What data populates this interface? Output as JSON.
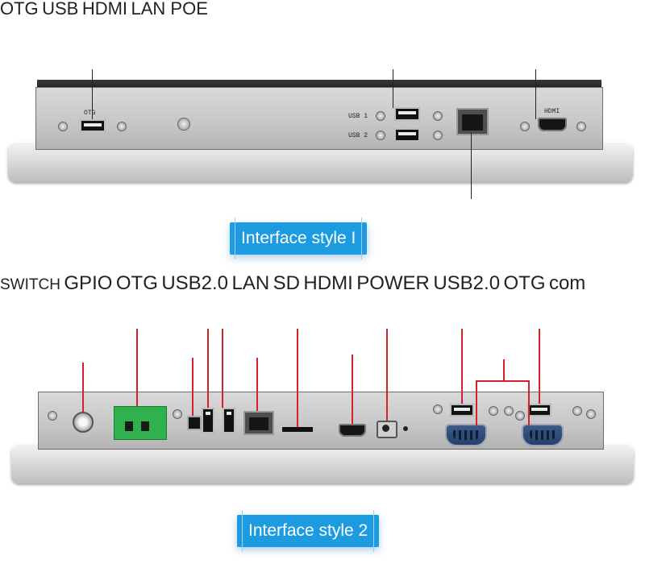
{
  "panel1": {
    "badge": "Interface style I",
    "labels": {
      "otg": "OTG",
      "usb": "USB",
      "hdmi": "HDMI",
      "lan_poe": "LAN POE"
    },
    "silkscreen": {
      "otg": "OTG",
      "usb1": "USB 1",
      "usb2": "USB 2",
      "hdmi": "HDMI"
    }
  },
  "panel2": {
    "badge": "Interface style 2",
    "labels": {
      "switch": "SWITCH",
      "gpio": "GPIO",
      "otg_left": "OTG",
      "usb20_left": "USB2.0",
      "lan": "LAN",
      "sd": "SD",
      "hdmi": "HDMI",
      "power": "POWER",
      "usb20_right": "USB2.0",
      "otg_right": "OTG",
      "com": "com"
    }
  },
  "colors": {
    "badge_blue": "#1c9be0",
    "leader_red": "#d8202a",
    "gpio_green": "#2fb24e"
  }
}
